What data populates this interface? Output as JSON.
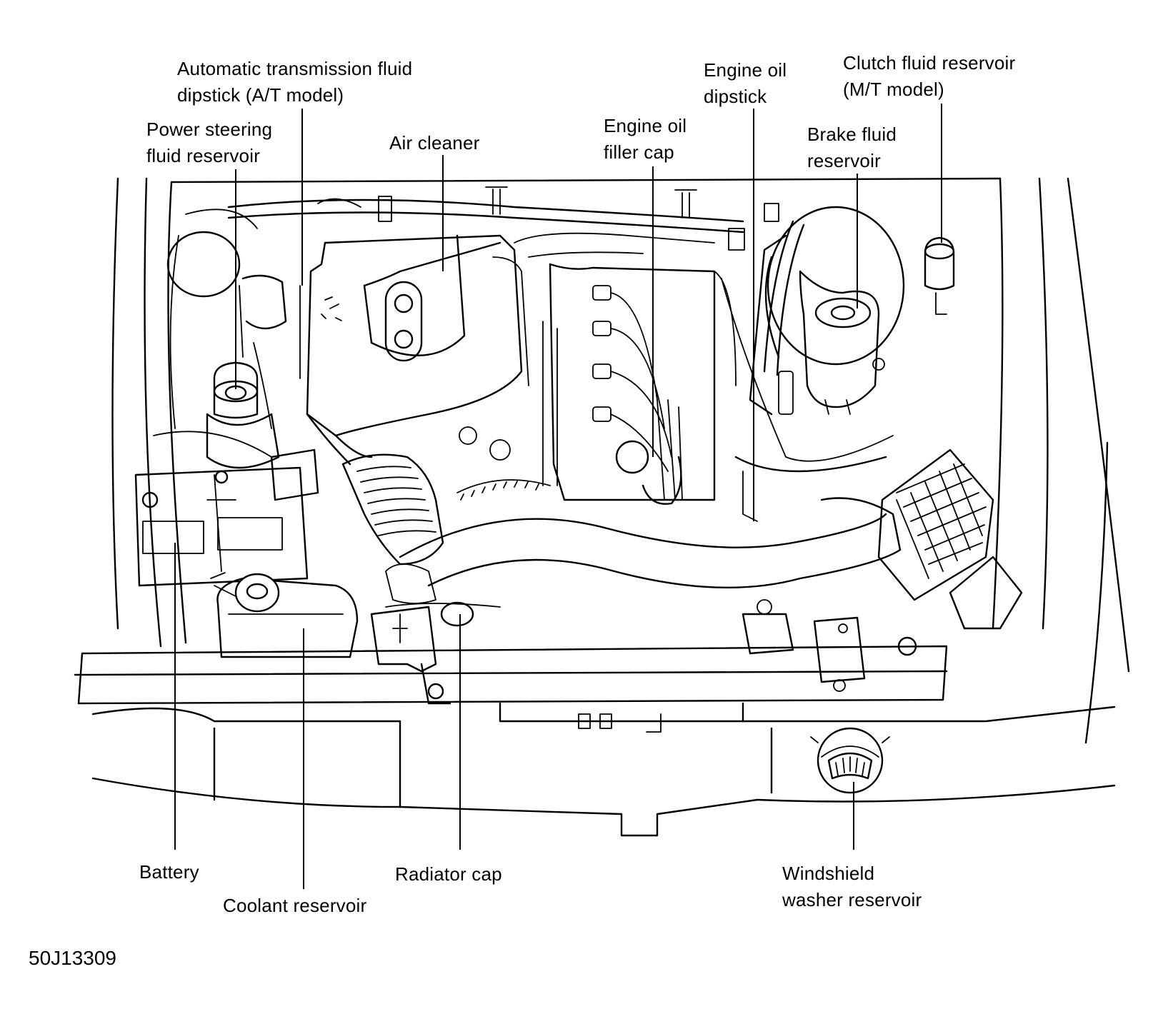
{
  "labels": {
    "atf_dipstick": "Automatic transmission fluid\ndipstick (A/T model)",
    "power_steering": "Power steering\nfluid reservoir",
    "air_cleaner": "Air cleaner",
    "oil_filler_cap": "Engine oil\nfiller cap",
    "oil_dipstick": "Engine oil\ndipstick",
    "clutch_reservoir": "Clutch fluid reservoir\n(M/T model)",
    "brake_reservoir": "Brake fluid\nreservoir",
    "battery": "Battery",
    "coolant_reservoir": "Coolant reservoir",
    "radiator_cap": "Radiator cap",
    "washer_reservoir": "Windshield\nwasher reservoir"
  },
  "figure_code": "50J13309"
}
